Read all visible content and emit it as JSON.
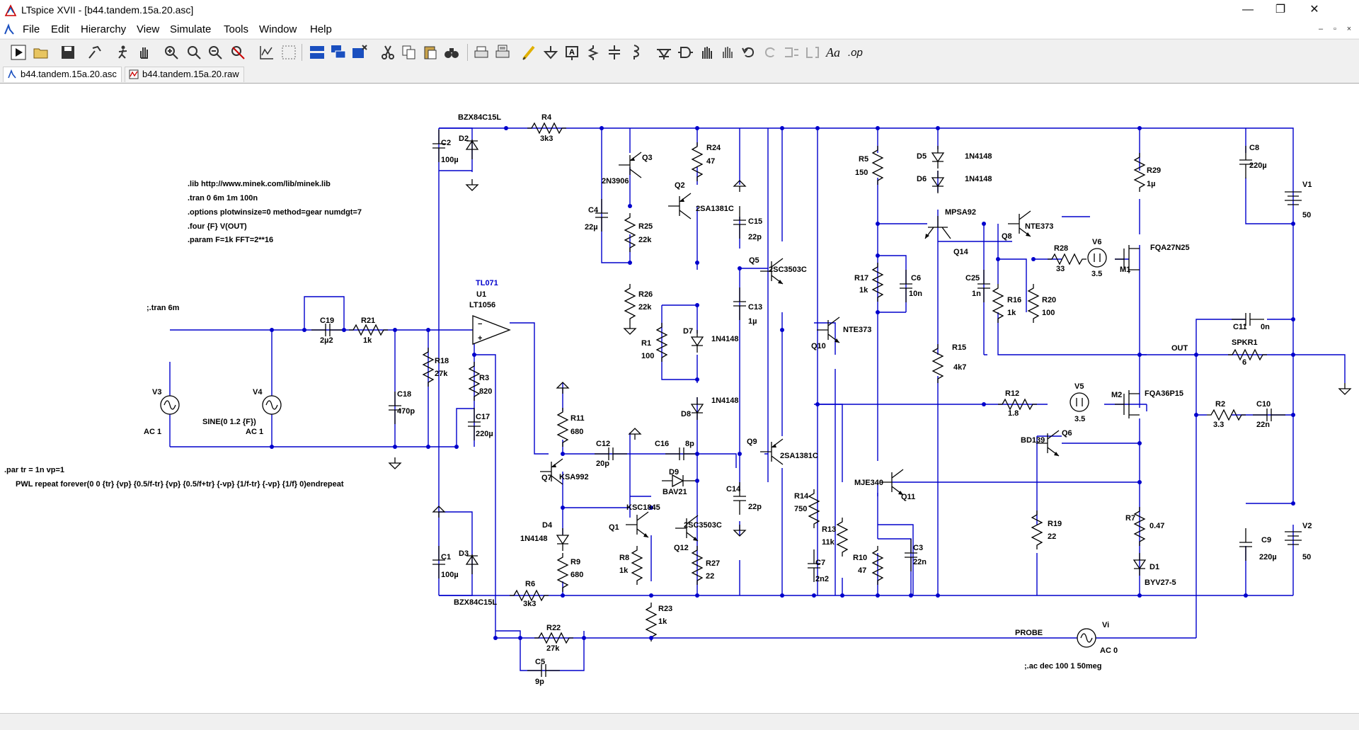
{
  "window": {
    "title": "LTspice XVII - [b44.tandem.15a.20.asc]",
    "controls": [
      "minimize",
      "restore",
      "close"
    ]
  },
  "menu": [
    "File",
    "Edit",
    "Hierarchy",
    "View",
    "Simulate",
    "Tools",
    "Window",
    "Help"
  ],
  "toolbar": [
    "run-icon",
    "open-icon",
    "save-icon",
    "control-panel-icon",
    "run-pause-icon",
    "pan-icon",
    "zoom-in-icon",
    "zoom-area-icon",
    "zoom-out-icon",
    "zoom-fit-icon",
    "autoscale-icon",
    "grid-icon",
    "tile-icon",
    "cascade-icon",
    "close-window-icon",
    "cut-icon",
    "copy-icon",
    "paste-icon",
    "find-icon",
    "print-icon",
    "print-setup-icon",
    "draw-wire-icon",
    "ground-icon",
    "label-net-icon",
    "resistor-icon",
    "capacitor-icon",
    "inductor-icon",
    "diode-icon",
    "component-icon",
    "move-icon",
    "drag-icon",
    "undo-icon",
    "redo-icon",
    "rotate-icon",
    "mirror-icon",
    "text-icon",
    "spice-directive-icon"
  ],
  "tabs": [
    {
      "label": "b44.tandem.15a.20.asc",
      "active": true
    },
    {
      "label": "b44.tandem.15a.20.raw",
      "active": false
    }
  ],
  "directives": {
    "lib": ".lib http://www.minek.com/lib/minek.lib",
    "tran": ".tran 0 6m 1m 100n",
    "options": ".options plotwinsize=0 method=gear numdgt=7",
    "four": ".four {F} V(OUT)",
    "param": ".param F=1k FFT=2**16",
    "tran_comment": ";.tran 6m",
    "par": ".par tr = 1n  vp=1",
    "pwl": "PWL repeat forever(0 0 {tr} {vp} {0.5/f-tr} {vp} {0.5/f+tr} {-vp} {1/f-tr} {-vp} {1/f} 0)endrepeat",
    "ac_comment": ";.ac dec 100 1 50meg"
  },
  "labels": {
    "bzx_top": "BZX84C15L",
    "bzx_bot": "BZX84C15L",
    "R4": "R4",
    "R4v": "3k3",
    "C2": "C2",
    "C2v": "100µ",
    "D2": "D2",
    "Q3": "Q3",
    "Q3m": "2N3906",
    "R24": "R24",
    "R24v": "47",
    "Q2": "Q2",
    "Q2m": "2SA1381C",
    "C4": "C4",
    "C4v": "22µ",
    "R25": "R25",
    "R25v": "22k",
    "R26": "R26",
    "R26v": "22k",
    "C15": "C15",
    "C15v": "22p",
    "Q5": "Q5",
    "Q5m": "2SC3503C",
    "C13": "C13",
    "C13v": "1µ",
    "R5": "R5",
    "R5v": "150",
    "D5": "D5",
    "D5m": "1N4148",
    "D6": "D6",
    "D6m": "1N4148",
    "R29": "R29",
    "R29v": "1µ",
    "C8": "C8",
    "C8v": "220µ",
    "V1": "V1",
    "V1v": "50",
    "MPSA92": "MPSA92",
    "Q14": "Q14",
    "Q8": "Q8",
    "NTE373a": "NTE373",
    "R28": "R28",
    "R28v": "33",
    "V6": "V6",
    "V6v": "3.5",
    "M1": "M1",
    "M1m": "FQA27N25",
    "R17": "R17",
    "R17v": "1k",
    "C6": "C6",
    "C6v": "10n",
    "C25": "C25",
    "C25v": "1n",
    "R16": "R16",
    "R16v": "1k",
    "R20": "R20",
    "R20v": "100",
    "TL071": "TL071",
    "U1": "U1",
    "U1m": "LT1056",
    "C19": "C19",
    "C19v": "2µ2",
    "R21": "R21",
    "R21v": "1k",
    "R18": "R18",
    "R18v": "27k",
    "R3": "R3",
    "R3v": "820",
    "C18": "C18",
    "C18v": "470p",
    "C17": "C17",
    "C17v": "220µ",
    "R1": "R1",
    "R1v": "100",
    "D7": "D7",
    "D7m": "1N4148",
    "D8": "D8",
    "D8m": "1N4148",
    "Q10": "Q10",
    "NTE373b": "NTE373",
    "C11": "C11",
    "C11v": "0n",
    "OUT": "OUT",
    "SPKR1": "SPKR1",
    "SPKR1v": "6",
    "R15": "R15",
    "R15v": "4k7",
    "V3": "V3",
    "V3ac": "AC 1",
    "V4": "V4",
    "V4s": "SINE(0 1.2 {F})",
    "V4ac": "AC 1",
    "R11": "R11",
    "R11v": "680",
    "C12": "C12",
    "C12v": "20p",
    "C16": "C16",
    "C16v": "8p",
    "Q9": "Q9",
    "Q9m": "2SA1381C",
    "R12": "R12",
    "R12v": "1.8",
    "V5": "V5",
    "V5v": "3.5",
    "M2": "M2",
    "M2m": "FQA36P15",
    "R2": "R2",
    "R2v": "3.3",
    "C10": "C10",
    "C10v": "22n",
    "Q7": "Q7",
    "Q7m": "KSA992",
    "D9": "D9",
    "D9m": "BAV21",
    "Q1": "Q1",
    "Q1m": "KSC1845",
    "C14": "C14",
    "C14v": "22p",
    "Q6": "Q6",
    "Q6m": "BD139",
    "MJE340": "MJE340",
    "Q11": "Q11",
    "D4": "D4",
    "D4m": "1N4148",
    "R14": "R14",
    "R14v": "750",
    "R13": "R13",
    "R13v": "11k",
    "Q12": "Q12",
    "Q12m": "2SC3503C",
    "R8": "R8",
    "R8v": "1k",
    "R27": "R27",
    "R27v": "22",
    "R19": "R19",
    "R19v": "22",
    "R7": "R7",
    "R7v": "0.47",
    "C9": "C9",
    "C9v": "220µ",
    "V2": "V2",
    "V2v": "50",
    "C1": "C1",
    "C1v": "100µ",
    "D3": "D3",
    "R9": "R9",
    "R9v": "680",
    "R6": "R6",
    "R6v": "3k3",
    "C7": "C7",
    "C7v": "2n2",
    "R10": "R10",
    "R10v": "47",
    "C3": "C3",
    "C3v": "22n",
    "D1": "D1",
    "D1m": "BYV27-5",
    "R23": "R23",
    "R23v": "1k",
    "R22": "R22",
    "R22v": "27k",
    "C5": "C5",
    "C5v": "9p",
    "PROBE": "PROBE",
    "Vi": "Vi",
    "Viac": "AC 0"
  },
  "colors": {
    "wire": "#0000cc",
    "component": "#000000",
    "bg": "#ffffff"
  }
}
